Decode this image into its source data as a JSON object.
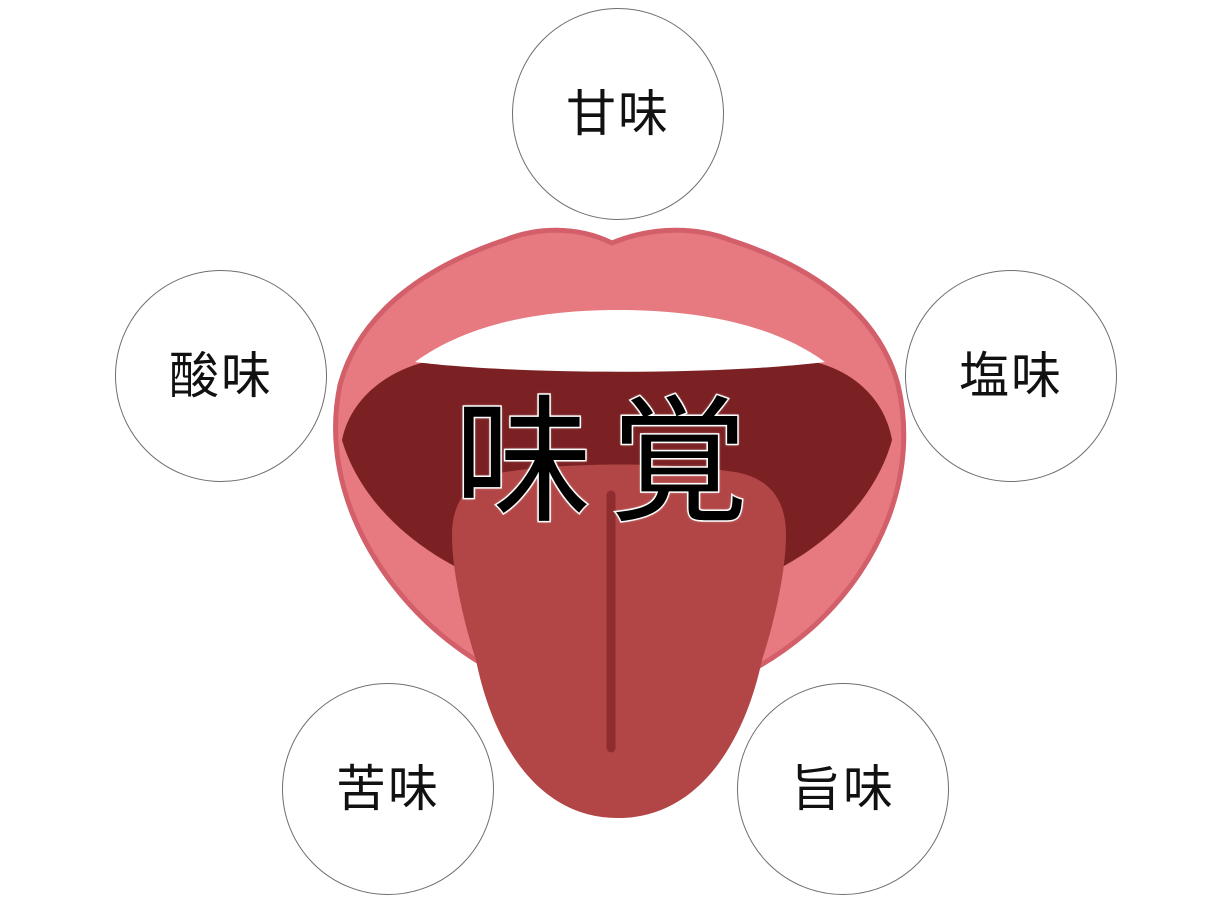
{
  "diagram": {
    "title": "味覚",
    "tastes": {
      "sweet": "甘味",
      "sour": "酸味",
      "salty": "塩味",
      "bitter": "苦味",
      "umami": "旨味"
    }
  },
  "colors": {
    "lips": "#e67a80",
    "lips_outline": "#d35f6a",
    "mouth_interior": "#7b2123",
    "tongue": "#b24646",
    "tongue_line": "#8e2d2f",
    "teeth": "#ffffff",
    "circle_border": "#6f6f6f",
    "label_text": "#111111"
  },
  "icons": {
    "illustration": "mouth-tongue-icon"
  }
}
